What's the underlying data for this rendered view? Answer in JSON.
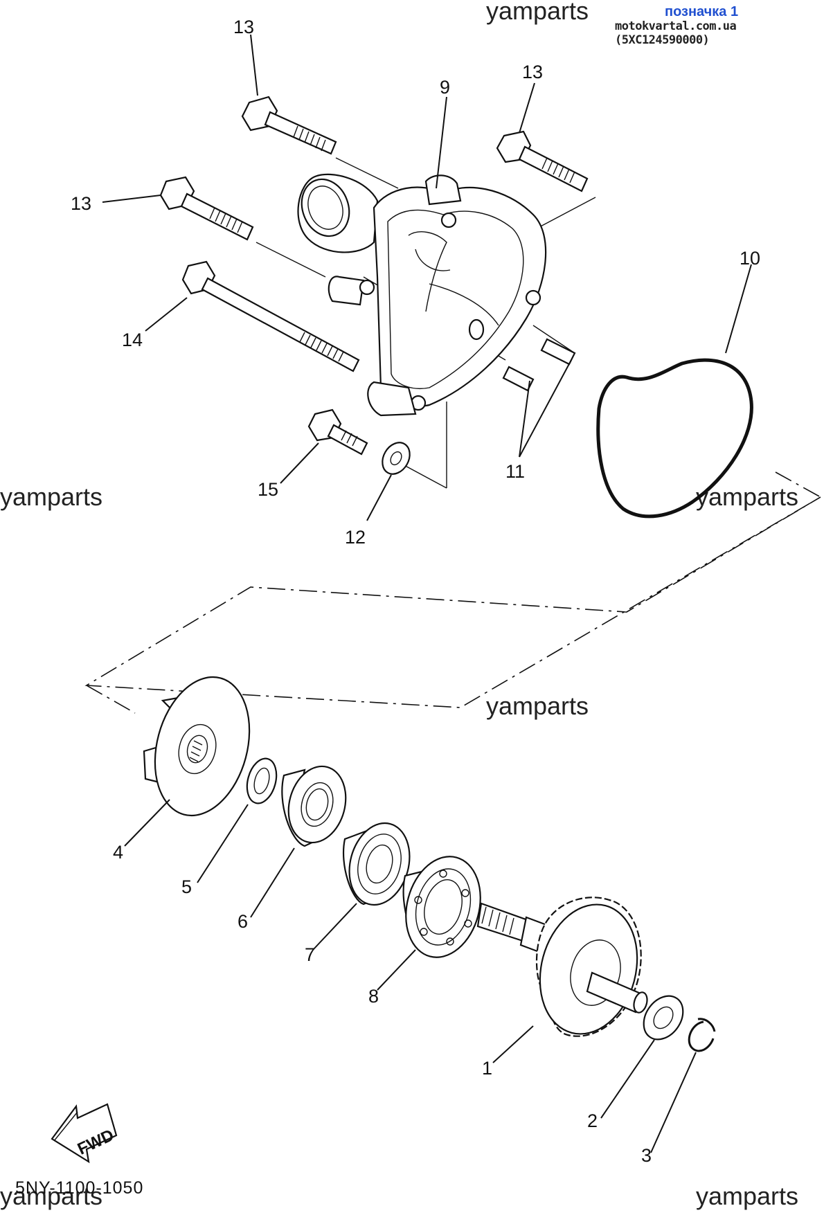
{
  "header": {
    "title": "позначка 1",
    "subtitle": "motokvartal.com.ua (5XC124590000)"
  },
  "watermark": "yamparts",
  "diagram_code": "5NY-1100-1050",
  "fwd_label": "FWD",
  "callouts": [
    "1",
    "2",
    "3",
    "4",
    "5",
    "6",
    "7",
    "8",
    "9",
    "10",
    "11",
    "12",
    "13",
    "13",
    "13",
    "14",
    "15"
  ]
}
